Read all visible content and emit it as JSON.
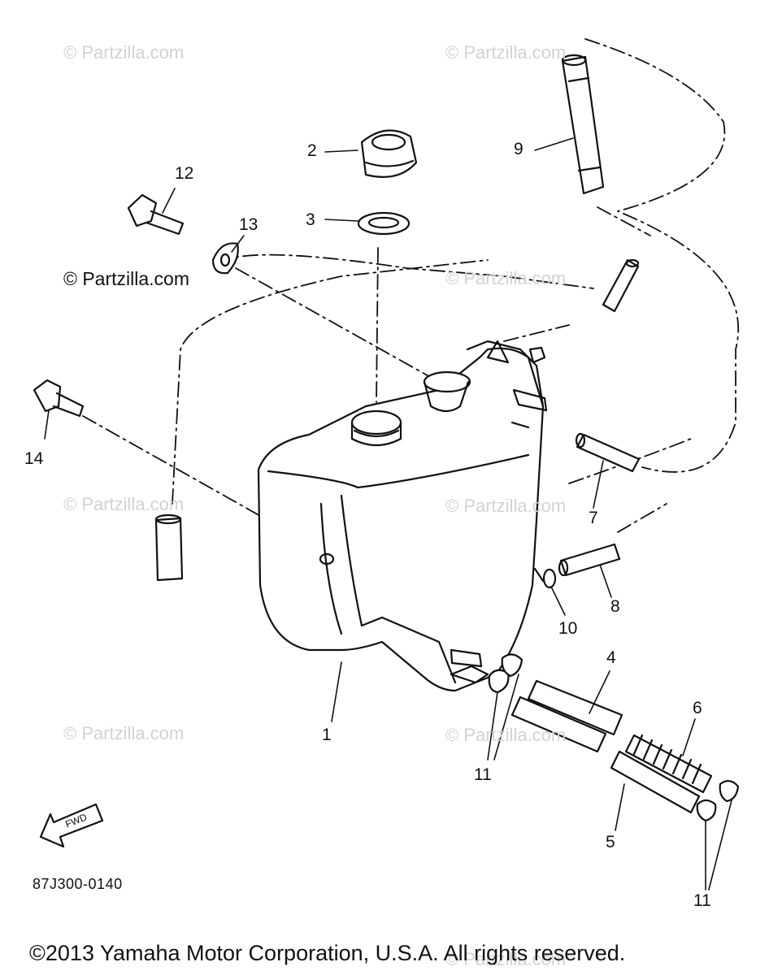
{
  "watermarks": [
    "© Partzilla.com",
    "© Partzilla.com",
    "© Partzilla.com",
    "© Partzilla.com",
    "© Partzilla.com",
    "© Partzilla.com",
    "© Partzilla.com",
    "© Partzilla.com"
  ],
  "watermark_main": "© Partzilla.com",
  "callouts": {
    "c1": "1",
    "c2": "2",
    "c3": "3",
    "c4": "4",
    "c5": "5",
    "c6": "6",
    "c7": "7",
    "c8": "8",
    "c9": "9",
    "c10": "10",
    "c11a": "11",
    "c11b": "11",
    "c12": "12",
    "c13": "13",
    "c14": "14"
  },
  "fwd_label": "FWD",
  "diagram_code": "87J300-0140",
  "copyright": "©2013 Yamaha Motor Corporation, U.S.A. All rights reserved."
}
